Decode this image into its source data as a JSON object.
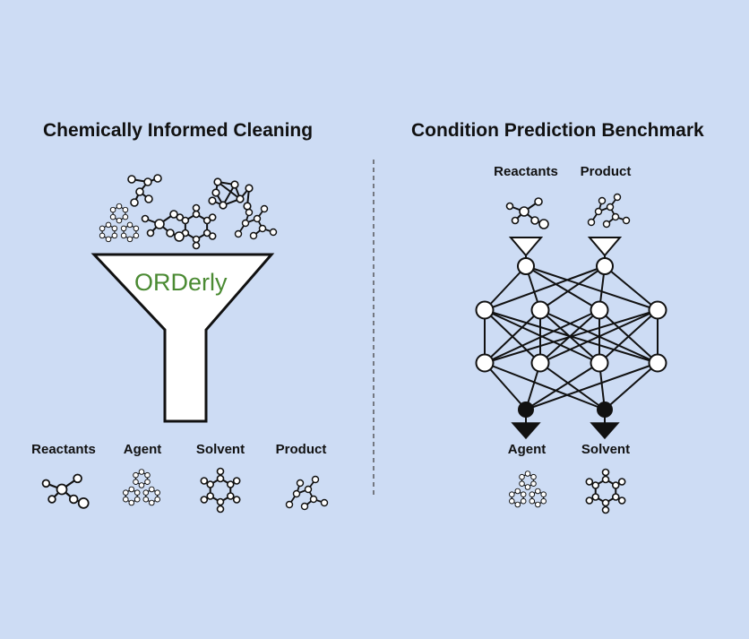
{
  "left_panel": {
    "title": "Chemically Informed Cleaning",
    "funnel_label": "ORDerly",
    "outputs": [
      "Reactants",
      "Agent",
      "Solvent",
      "Product"
    ]
  },
  "right_panel": {
    "title": "Condition Prediction Benchmark",
    "inputs": [
      "Reactants",
      "Product"
    ],
    "outputs": [
      "Agent",
      "Solvent"
    ]
  },
  "colors": {
    "background": "#cddcf4",
    "brand_text": "#4a8a32",
    "stroke": "#111111"
  }
}
